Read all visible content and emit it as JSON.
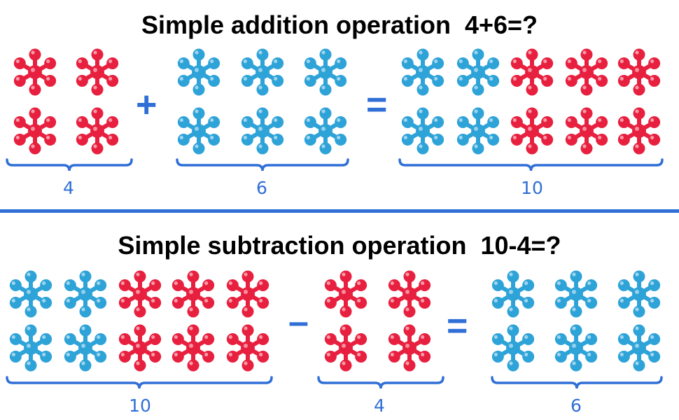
{
  "colors": {
    "accent": "#2f6fd6",
    "red_piece": "#e8203f",
    "blue_piece": "#2ea3d8"
  },
  "addition": {
    "title": "Simple addition operation  4+6=?",
    "plus_sign": "+",
    "equals_sign": "=",
    "group_left": {
      "count_label": "4",
      "rows": [
        [
          "red",
          "red"
        ],
        [
          "red",
          "red"
        ]
      ]
    },
    "group_mid": {
      "count_label": "6",
      "rows": [
        [
          "blue",
          "blue",
          "blue"
        ],
        [
          "blue",
          "blue",
          "blue"
        ]
      ]
    },
    "group_right": {
      "count_label": "10",
      "rows": [
        [
          "blue",
          "blue",
          "red",
          "red",
          "red"
        ],
        [
          "blue",
          "blue",
          "red",
          "red",
          "red"
        ]
      ]
    }
  },
  "subtraction": {
    "title": "Simple subtraction operation  10-4=?",
    "minus_sign": "–",
    "equals_sign": "=",
    "group_left": {
      "count_label": "10",
      "rows": [
        [
          "blue",
          "blue",
          "red",
          "red",
          "red"
        ],
        [
          "blue",
          "blue",
          "red",
          "red",
          "red"
        ]
      ]
    },
    "group_mid": {
      "count_label": "4",
      "rows": [
        [
          "red",
          "red"
        ],
        [
          "red",
          "red"
        ]
      ]
    },
    "group_right": {
      "count_label": "6",
      "rows": [
        [
          "blue",
          "blue",
          "blue"
        ],
        [
          "blue",
          "blue",
          "blue"
        ]
      ]
    }
  }
}
